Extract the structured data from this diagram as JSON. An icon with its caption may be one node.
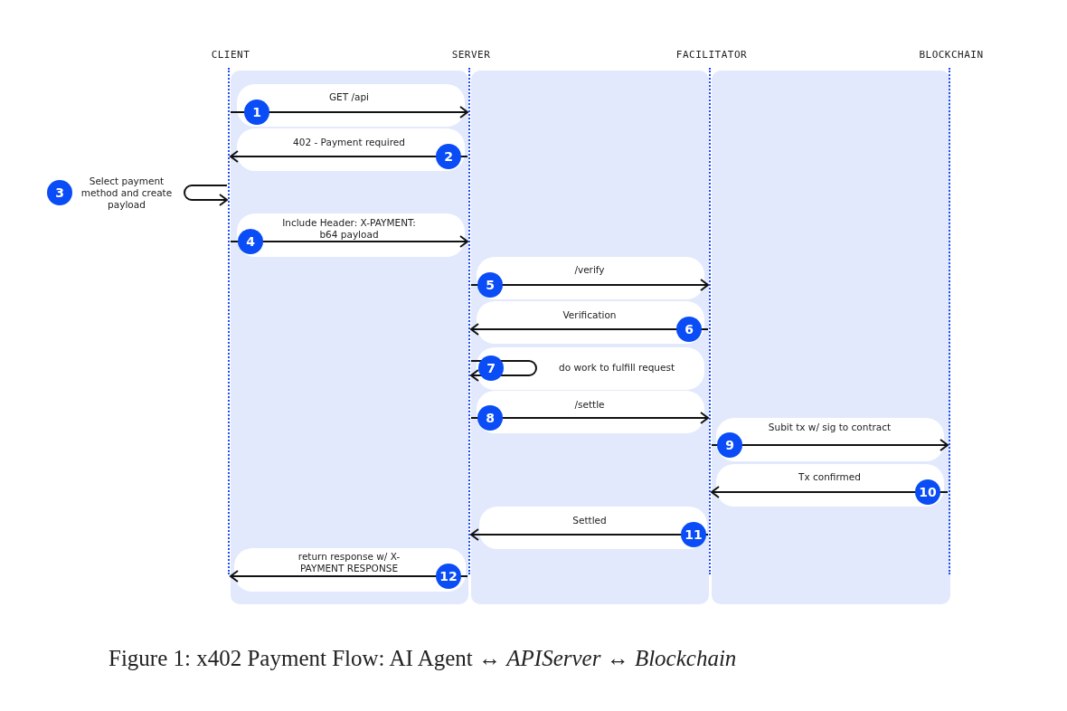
{
  "diagram": {
    "caption": "Figure 1: x402 Payment Flow: AI Agent ↔ *APIServer* ↔ *Blockchain*",
    "nodes": [
      {
        "text": [
          "CLIENT"
        ]
      },
      {
        "text": [
          "SERVER"
        ]
      },
      {
        "text": [
          "FACILITATOR"
        ]
      },
      {
        "text": [
          "BLOCKCHAIN"
        ]
      }
    ],
    "edges": [
      {
        "from": 0,
        "to": 1,
        "arrow": "to",
        "label": "GET /api"
      },
      {
        "from": 1,
        "to": 0,
        "arrow": "to",
        "label": "402 - Payment required"
      },
      {
        "from": 0,
        "to": 0,
        "arrow": "to",
        "label": "Select payment method and create payload"
      },
      {
        "from": 0,
        "to": 1,
        "arrow": "to",
        "label": "Include Header: X-PAYMENT: b64 payload"
      },
      {
        "from": 1,
        "to": 2,
        "arrow": "to",
        "label": "/verify"
      },
      {
        "from": 2,
        "to": 1,
        "arrow": "to",
        "label": "Verification"
      },
      {
        "from": 1,
        "to": 1,
        "arrow": "to",
        "label": "do work to fulfill request"
      },
      {
        "from": 1,
        "to": 2,
        "arrow": "to",
        "label": "/settle"
      },
      {
        "from": 2,
        "to": 3,
        "arrow": "to",
        "label": "Subit tx w/ sig to contract"
      },
      {
        "from": 3,
        "to": 2,
        "arrow": "to",
        "label": "Tx confirmed"
      },
      {
        "from": 2,
        "to": 1,
        "arrow": "to",
        "label": "Settled"
      },
      {
        "from": 1,
        "to": 0,
        "arrow": "to",
        "label": "return response w/ X-PAYMENT RESPONSE"
      }
    ],
    "labels": [
      "1",
      "2",
      "3",
      "4",
      "5",
      "6",
      "7",
      "8",
      "9",
      "10",
      "11",
      "12"
    ]
  }
}
